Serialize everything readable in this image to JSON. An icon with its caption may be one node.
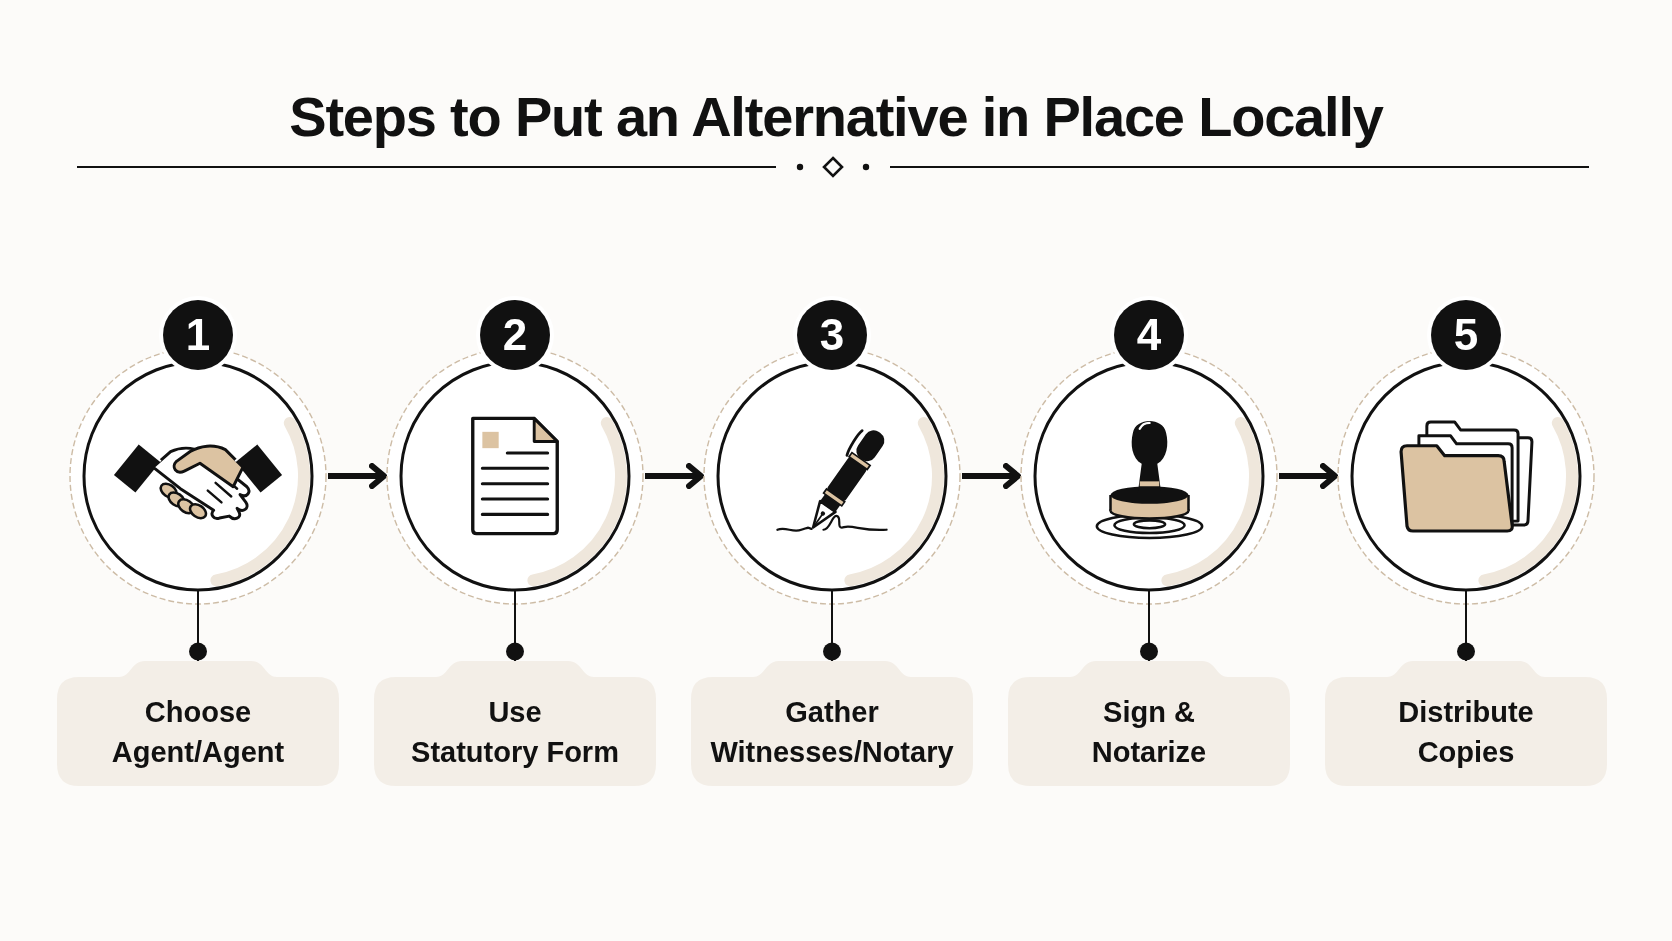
{
  "diagram": {
    "title": "Steps to Put an Alternative in Place Locally",
    "nodes": [
      {
        "text": [
          "1"
        ]
      },
      {
        "text": [
          "2"
        ]
      },
      {
        "text": [
          "3"
        ]
      },
      {
        "text": [
          "4"
        ]
      },
      {
        "text": [
          "5"
        ]
      },
      {
        "text": [
          "Choose Agent/Agent"
        ]
      },
      {
        "text": [
          "Use Statutory Form"
        ]
      },
      {
        "text": [
          "Gather Witnesses/Notary"
        ]
      },
      {
        "text": [
          "Sign & Notarize"
        ]
      },
      {
        "text": [
          "Distribute Copies"
        ]
      }
    ],
    "edges": [
      {
        "from": 0,
        "to": 1,
        "arrow": "to",
        "style": "thick"
      },
      {
        "from": 1,
        "to": 2,
        "arrow": "to",
        "style": "thick"
      },
      {
        "from": 2,
        "to": 3,
        "arrow": "to",
        "style": "thick"
      },
      {
        "from": 3,
        "to": 4,
        "arrow": "to",
        "style": "thick"
      },
      {
        "from": 0,
        "to": 5,
        "arrow": "other"
      },
      {
        "from": 1,
        "to": 6,
        "arrow": "other"
      },
      {
        "from": 2,
        "to": 7,
        "arrow": "other"
      },
      {
        "from": 3,
        "to": 8,
        "arrow": "other"
      },
      {
        "from": 4,
        "to": 9,
        "arrow": "other"
      }
    ]
  }
}
